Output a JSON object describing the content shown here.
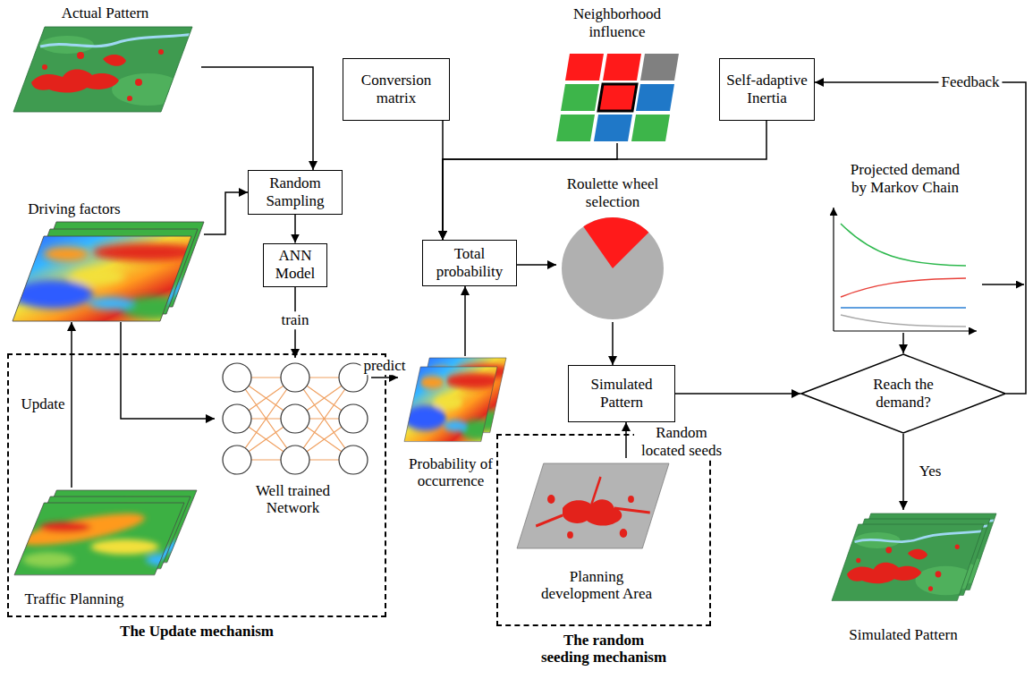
{
  "diagram": {
    "nodes": [
      {
        "text": [
          "Actual Pattern"
        ]
      },
      {
        "text": [
          "Conversion matrix"
        ]
      },
      {
        "text": [
          "Neighborhood influence"
        ]
      },
      {
        "text": [
          "Self-adaptive Inertia"
        ]
      },
      {
        "text": [
          "Random Sampling"
        ]
      },
      {
        "text": [
          "Driving factors"
        ]
      },
      {
        "text": [
          "Roulette wheel selection"
        ]
      },
      {
        "text": [
          "Projected demand by Markov Chain"
        ]
      },
      {
        "text": [
          "ANN Model"
        ]
      },
      {
        "text": [
          "Total probability"
        ]
      },
      {
        "text": [
          "Reach the demand?"
        ]
      },
      {
        "text": [
          "Simulated Pattern"
        ]
      },
      {
        "text": [
          "The Update mechanism"
        ]
      },
      {
        "text": [
          "Well trained Network"
        ],
        "in": 12
      },
      {
        "text": [
          "Traffic Planning"
        ],
        "in": 12
      },
      {
        "text": [
          "Probability of occurrence"
        ]
      },
      {
        "text": [
          "The random seeding mechanism"
        ]
      },
      {
        "text": [
          "Planning development Area"
        ],
        "in": 16
      },
      {
        "text": [
          "Simulated Pattern"
        ]
      }
    ],
    "edges": [
      {
        "from": 0,
        "to": 4,
        "arrow": "to"
      },
      {
        "from": 5,
        "to": 4,
        "arrow": "to"
      },
      {
        "from": 4,
        "to": 8,
        "arrow": "to"
      },
      {
        "from": 8,
        "to": 13,
        "label": "train",
        "arrow": "to"
      },
      {
        "from": 5,
        "to": 13,
        "arrow": "to"
      },
      {
        "from": 14,
        "to": 5,
        "label": "Update",
        "arrow": "to"
      },
      {
        "from": 13,
        "to": 15,
        "label": "predict",
        "arrow": "to"
      },
      {
        "from": 15,
        "to": 9,
        "arrow": "to"
      },
      {
        "from": 1,
        "to": 9,
        "arrow": "to"
      },
      {
        "from": 2,
        "to": 9,
        "arrow": "to"
      },
      {
        "from": 3,
        "to": 9,
        "arrow": "to"
      },
      {
        "from": 9,
        "to": 6,
        "arrow": "to"
      },
      {
        "from": 6,
        "to": 11,
        "arrow": "to"
      },
      {
        "from": 17,
        "to": 11,
        "label": "Random located seeds",
        "arrow": "to"
      },
      {
        "from": 11,
        "to": 10,
        "arrow": "to"
      },
      {
        "from": 7,
        "to": 10,
        "arrow": "to"
      },
      {
        "from": 10,
        "to": 18,
        "label": "Yes",
        "arrow": "to"
      },
      {
        "from": 10,
        "to": 3,
        "label": "Feedback",
        "arrow": "to"
      }
    ]
  }
}
